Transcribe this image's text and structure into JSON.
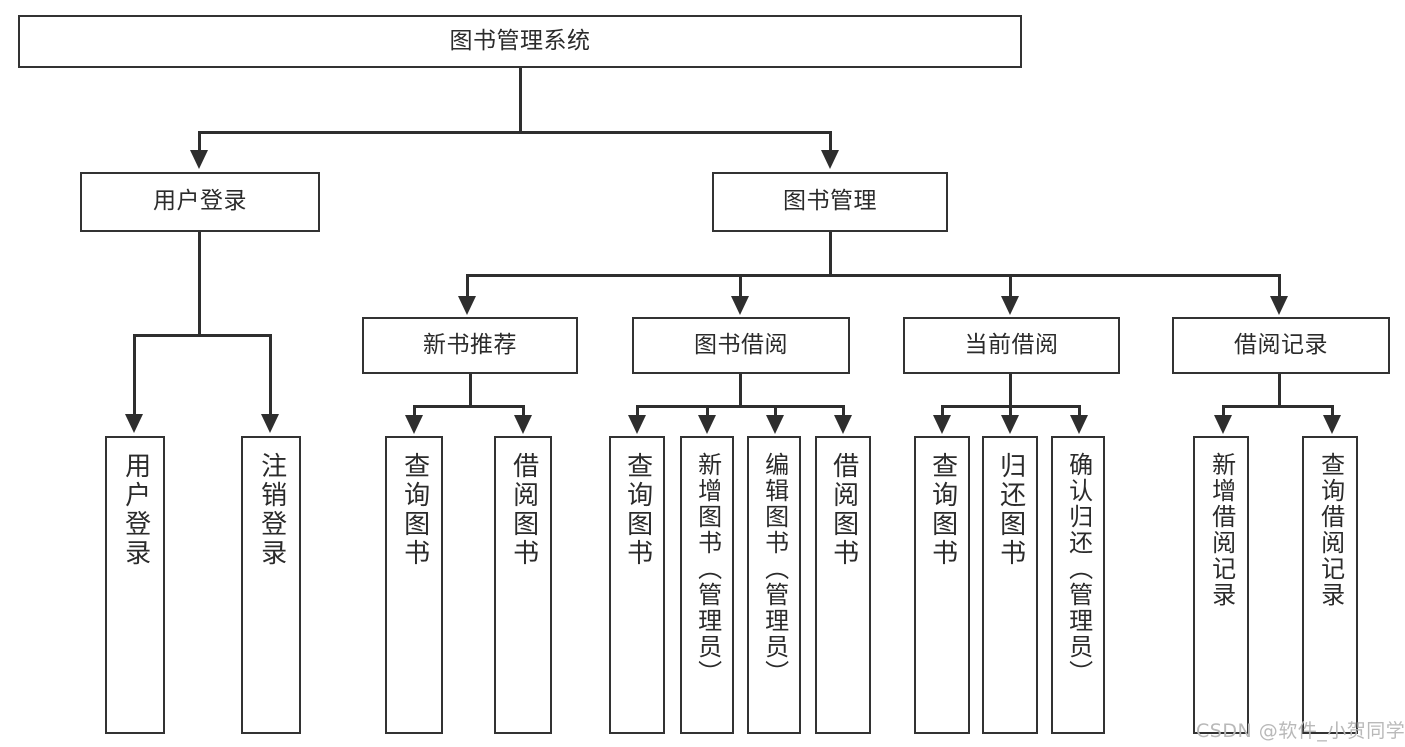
{
  "diagram": {
    "title": "图书管理系统",
    "type": "功能结构图",
    "watermark": "CSDN @软件_小贺同学",
    "colors": {
      "box_border": "#333333",
      "box_fill": "#ffffff",
      "text": "#2b2b2b",
      "connector": "#2e2e2e",
      "watermark": "#b9b9b9",
      "background": "#ffffff"
    }
  },
  "nodes": {
    "root": {
      "label": "图书管理系统"
    },
    "level2": [
      {
        "label": "用户登录"
      },
      {
        "label": "图书管理"
      }
    ],
    "level3": [
      {
        "label": "新书推荐"
      },
      {
        "label": "图书借阅"
      },
      {
        "label": "当前借阅"
      },
      {
        "label": "借阅记录"
      }
    ],
    "leaves": {
      "user_login": [
        {
          "label": "用户登录"
        },
        {
          "label": "注销登录"
        }
      ],
      "new_book_recommend": [
        {
          "label": "查询图书"
        },
        {
          "label": "借阅图书"
        }
      ],
      "book_borrow": [
        {
          "label": "查询图书"
        },
        {
          "label": "新增图书（管理员）"
        },
        {
          "label": "编辑图书（管理员）"
        },
        {
          "label": "借阅图书"
        }
      ],
      "current_borrow": [
        {
          "label": "查询图书"
        },
        {
          "label": "归还图书"
        },
        {
          "label": "确认归还（管理员）"
        }
      ],
      "borrow_record": [
        {
          "label": "新增借阅记录"
        },
        {
          "label": "查询借阅记录"
        }
      ]
    }
  }
}
